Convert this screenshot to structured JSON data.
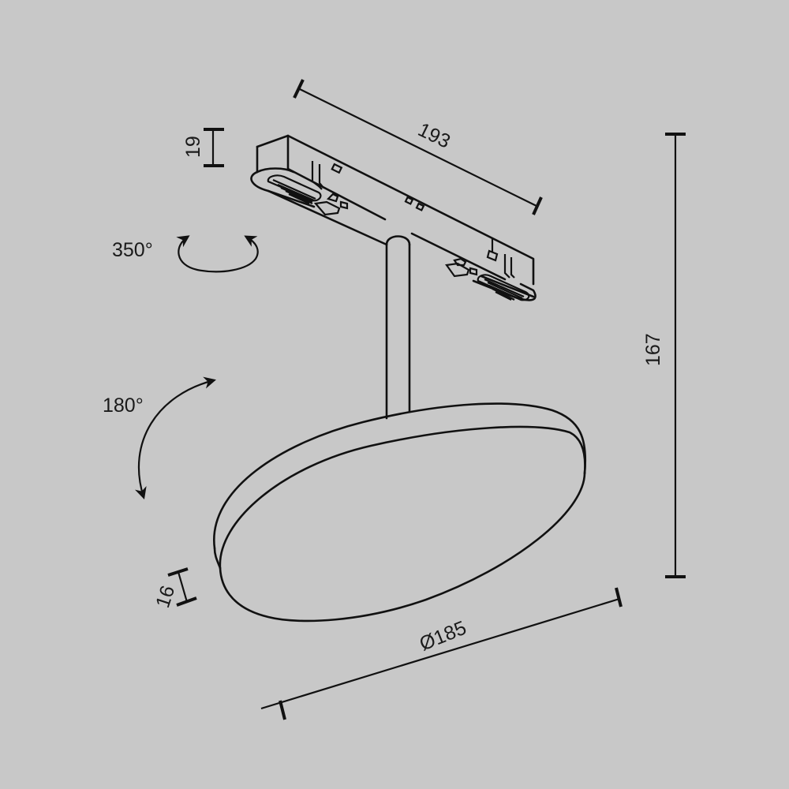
{
  "drawing": {
    "type": "technical-dimension-drawing",
    "subject": "track light with rotating round disc head",
    "colors": {
      "background": "#c8c8c8",
      "line": "#111111"
    },
    "dimensions": {
      "track_length": "193",
      "track_height": "19",
      "total_height": "167",
      "disc_diameter": "Ø185",
      "disc_thickness": "16"
    },
    "rotations": {
      "horizontal": "350°",
      "tilt": "180°"
    }
  }
}
